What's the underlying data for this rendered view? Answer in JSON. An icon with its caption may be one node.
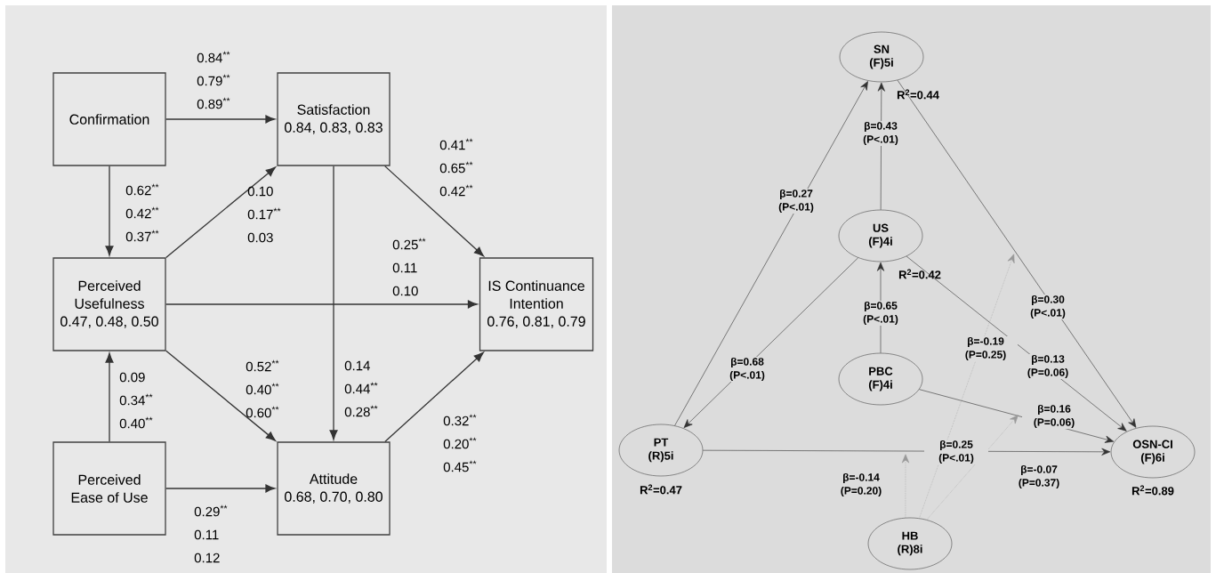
{
  "diagram": {
    "nodes": [
      {
        "text": [
          "Confirmation"
        ]
      },
      {
        "text": [
          "Satisfaction",
          "0.84, 0.83, 0.83"
        ]
      },
      {
        "text": [
          "Perceived Usefulness",
          "0.47, 0.48, 0.50"
        ]
      },
      {
        "text": [
          "IS Continuance Intention",
          "0.76, 0.81, 0.79"
        ]
      },
      {
        "text": [
          "Perceived Ease of Use"
        ]
      },
      {
        "text": [
          "Attitude",
          "0.68, 0.70, 0.80"
        ]
      },
      {
        "text": [
          "SN",
          "(F)5i"
        ],
        "beside": [
          "R$^{2}$=0.44"
        ]
      },
      {
        "text": [
          "US",
          "(F)4i"
        ],
        "beside": [
          "R$^{2}$=0.42"
        ]
      },
      {
        "text": [
          "PBC",
          "(F)4i"
        ]
      },
      {
        "text": [
          "PT",
          "(R)5i"
        ],
        "beside": [
          "R$^{2}$=0.47"
        ]
      },
      {
        "text": [
          "OSN-CI",
          "(F)6i"
        ],
        "beside": [
          "R$^{2}$=0.89"
        ]
      },
      {
        "text": [
          "HB",
          "(R)8i"
        ]
      }
    ],
    "edges": [
      {
        "from": 0,
        "to": 1,
        "arrow": "to",
        "label": "0.84$^{**}$ 0.79$^{**}$ 0.89$^{**}$"
      },
      {
        "from": 0,
        "to": 2,
        "arrow": "to",
        "label": "0.62$^{**}$ 0.42$^{**}$ 0.37$^{**}$"
      },
      {
        "from": 2,
        "to": 1,
        "arrow": "to",
        "label": "0.10 0.17$^{**}$ 0.03"
      },
      {
        "from": 1,
        "to": 3,
        "arrow": "to",
        "label": "0.41$^{**}$ 0.65$^{**}$ 0.42$^{**}$"
      },
      {
        "from": 2,
        "to": 3,
        "arrow": "to",
        "label": "0.25$^{**}$ 0.11 0.10"
      },
      {
        "from": 1,
        "to": 5,
        "arrow": "to",
        "label": "0.14 0.44$^{**}$ 0.28$^{**}$"
      },
      {
        "from": 2,
        "to": 5,
        "arrow": "to",
        "label": "0.52$^{**}$ 0.40$^{**}$ 0.60$^{**}$"
      },
      {
        "from": 4,
        "to": 2,
        "arrow": "to",
        "label": "0.09 0.34$^{**}$ 0.40$^{**}$"
      },
      {
        "from": 4,
        "to": 5,
        "arrow": "to",
        "label": "0.29$^{**}$ 0.11 0.12"
      },
      {
        "from": 5,
        "to": 3,
        "arrow": "to",
        "label": "0.32$^{**}$ 0.20$^{**}$ 0.45$^{**}$"
      },
      {
        "from": 7,
        "to": 6,
        "arrow": "to",
        "label": "β=0.43 (P<.01)"
      },
      {
        "from": 9,
        "to": 6,
        "arrow": "to",
        "label": "β=0.27 (P<.01)"
      },
      {
        "from": 6,
        "to": 10,
        "arrow": "to",
        "label": "β=0.30 (P<.01)"
      },
      {
        "from": 8,
        "to": 7,
        "arrow": "to",
        "label": "β=0.65 (P<.01)"
      },
      {
        "from": 7,
        "to": 9,
        "arrow": "to",
        "label": "β=0.68 (P<.01)"
      },
      {
        "from": 7,
        "to": 10,
        "arrow": "to",
        "label": "β=0.13 (P=0.06)"
      },
      {
        "from": 8,
        "to": 10,
        "arrow": "to",
        "label": "β=0.16 (P=0.06)"
      },
      {
        "from": 9,
        "to": 10,
        "arrow": "to",
        "label": "β=0.25 (P<.01)"
      },
      {
        "from": 11,
        "to": null,
        "arrow": "to",
        "label": "β=-0.14 (P=0.20)",
        "style": "dashed",
        "color": "#999999"
      },
      {
        "from": 11,
        "to": null,
        "arrow": "to",
        "label": "β=-0.19 (P=0.25)",
        "style": "dashed",
        "color": "#999999"
      },
      {
        "from": 11,
        "to": null,
        "arrow": "to",
        "label": "β=-0.07 (P=0.37)",
        "style": "dashed",
        "color": "#999999"
      }
    ]
  }
}
